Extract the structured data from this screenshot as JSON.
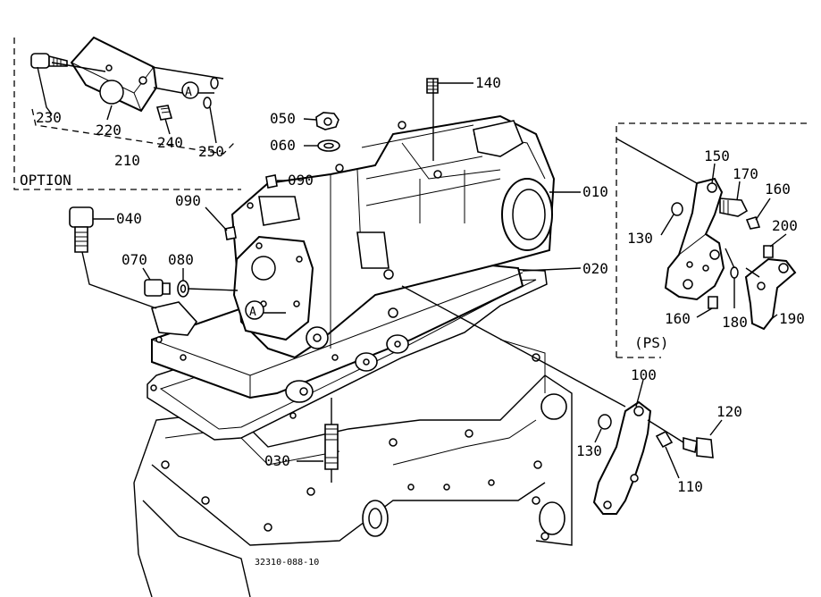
{
  "diagram": {
    "drawing_number": "32310-088-10",
    "callouts": {
      "p010": "010",
      "p020": "020",
      "p030": "030",
      "p040": "040",
      "p050": "050",
      "p060": "060",
      "p070": "070",
      "p080": "080",
      "p090a": "090",
      "p090b": "090",
      "p100": "100",
      "p110": "110",
      "p120": "120",
      "p130a": "130",
      "p130b": "130",
      "p140": "140",
      "p150": "150",
      "p160a": "160",
      "p160b": "160",
      "p170": "170",
      "p180": "180",
      "p190": "190",
      "p200": "200",
      "p210": "210",
      "p220": "220",
      "p230": "230",
      "p240": "240",
      "p250": "250"
    },
    "option_box": {
      "label": "OPTION"
    },
    "ps_box": {
      "label": "(PS)"
    },
    "reference_marks": {
      "a1": "A",
      "a2": "A"
    }
  }
}
